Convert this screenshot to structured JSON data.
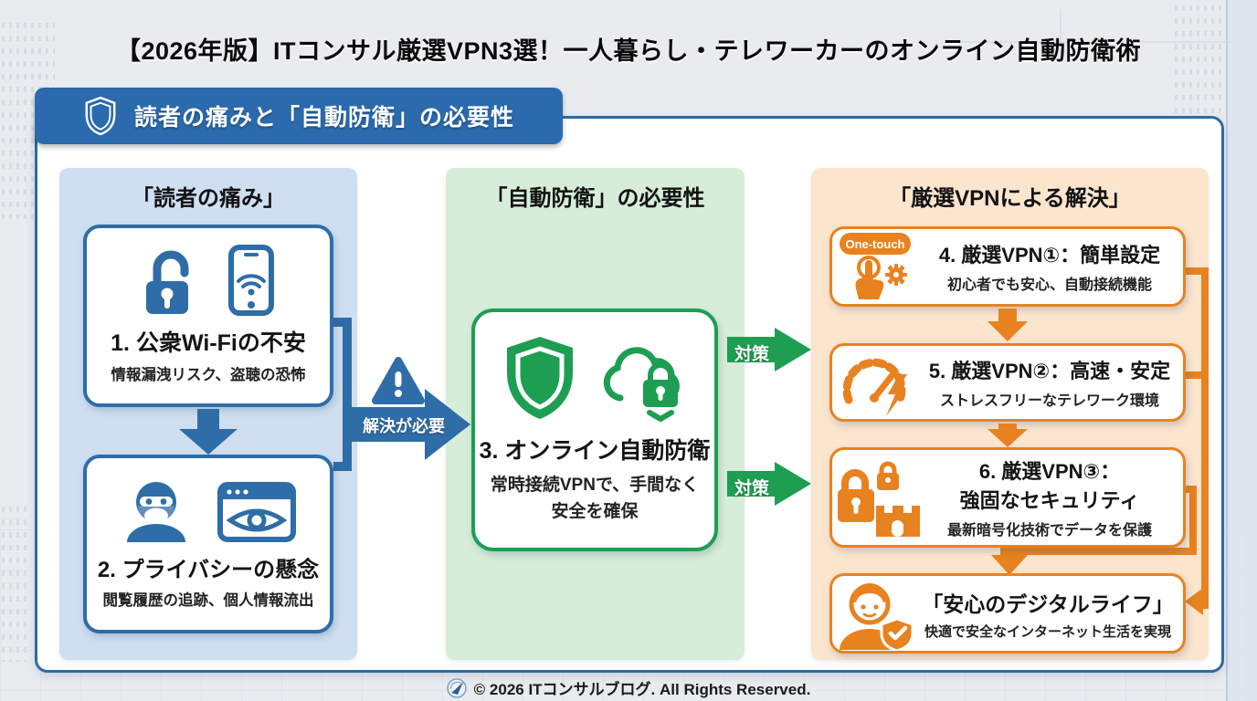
{
  "page": {
    "title": "【2026年版】ITコンサル厳選VPN3選！一人暮らし・テレワーカーのオンライン自動防衛術",
    "footer": "© 2026 ITコンサルブログ. All Rights Reserved."
  },
  "header_badge": {
    "label": "読者の痛みと「自動防衛」の必要性"
  },
  "columns": {
    "pain": {
      "title": "「読者の痛み」",
      "cards": [
        {
          "title": "1. 公衆Wi-Fiの不安",
          "subtitle": "情報漏洩リスク、盗聴の恐怖"
        },
        {
          "title": "2. プライバシーの懸念",
          "subtitle": "閲覧履歴の追跡、個人情報流出"
        }
      ]
    },
    "defense": {
      "title": "「自動防衛」の必要性",
      "cards": [
        {
          "title": "3. オンライン自動防衛",
          "subtitle_line1": "常時接続VPNで、手間なく",
          "subtitle_line2": "安全を確保"
        }
      ]
    },
    "solution": {
      "title": "「厳選VPNによる解決」",
      "cards": [
        {
          "badge": "One-touch",
          "title": "4. 厳選VPN①：簡単設定",
          "subtitle": "初心者でも安心、自動接続機能"
        },
        {
          "title": "5. 厳選VPN②：高速・安定",
          "subtitle": "ストレスフリーなテレワーク環境"
        },
        {
          "title_line1": "6. 厳選VPN③：",
          "title_line2": "強固なセキュリティ",
          "subtitle": "最新暗号化技術でデータを保護"
        },
        {
          "title": "「安心のデジタルライフ」",
          "subtitle": "快適で安全なインターネット生活を実現"
        }
      ]
    }
  },
  "connectors": {
    "need_solution_label": "解決が必要",
    "countermeasure_label_1": "対策",
    "countermeasure_label_2": "対策"
  },
  "colors": {
    "blue_accent": "#2e6da8",
    "badge_blue": "#2a6aad",
    "green_accent": "#1d9e52",
    "orange_accent": "#e8821f",
    "panel_blue": "#cfdff1",
    "panel_green": "#d6edd9",
    "panel_orange": "#fbe5cd",
    "background": "#e9ebef"
  }
}
